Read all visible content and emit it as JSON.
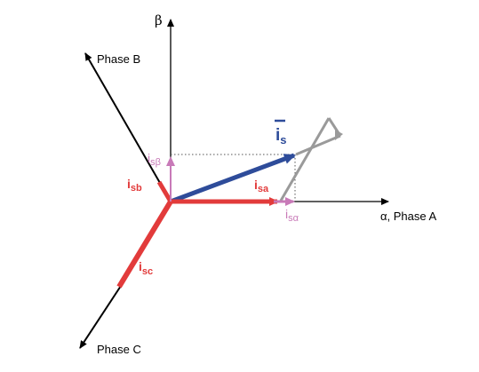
{
  "labels": {
    "beta_axis": "β",
    "alpha_axis": "α, Phase A",
    "phase_b": "Phase B",
    "phase_c": "Phase C",
    "is_main": "i",
    "is_sub": "s",
    "isa_main": "i",
    "isa_sub": "sa",
    "isb_main": "i",
    "isb_sub": "sb",
    "isc_main": "i",
    "isc_sub": "sc",
    "is_alpha_main": "i",
    "is_alpha_sub": "sα",
    "is_beta_main": "i",
    "is_beta_sub": "sβ"
  },
  "colors": {
    "axis": "#000000",
    "phase_current": "#e23b3b",
    "stator_vector": "#2e4c9a",
    "components": "#c87ab8",
    "construction": "#9a9a9a"
  }
}
